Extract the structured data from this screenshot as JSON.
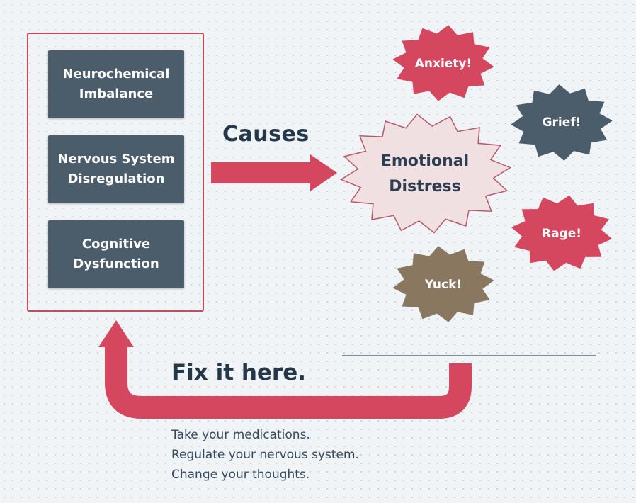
{
  "causes": {
    "label": "Causes",
    "items": [
      {
        "line1": "Neurochemical",
        "line2": "Imbalance"
      },
      {
        "line1": "Nervous System",
        "line2": "Disregulation"
      },
      {
        "line1": "Cognitive",
        "line2": "Dysfunction"
      }
    ]
  },
  "distress": {
    "line1": "Emotional",
    "line2": "Distress"
  },
  "emotions": [
    "Anxiety!",
    "Grief!",
    "Rage!",
    "Yuck!"
  ],
  "fix": {
    "title": "Fix it here.",
    "steps": [
      "Take your medications.",
      "Regulate your nervous system.",
      "Change your thoughts."
    ]
  },
  "colors": {
    "accent_red": "#d4475e",
    "slate": "#4b5c6b",
    "brown": "#8a7760",
    "distress_fill": "#f0e0e1",
    "text_dark": "#25384a"
  }
}
